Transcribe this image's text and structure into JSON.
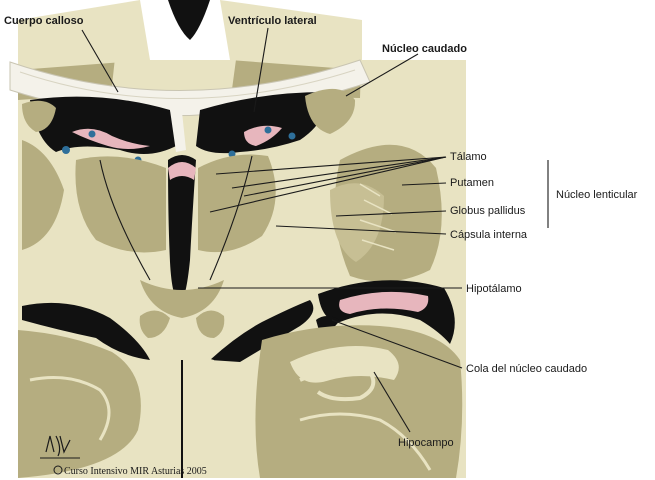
{
  "labels": {
    "cuerpo_calloso": "Cuerpo calloso",
    "ventriculo_lateral": "Ventrículo lateral",
    "nucleo_caudado": "Núcleo caudado",
    "talamo": "Tálamo",
    "putamen": "Putamen",
    "globus_pallidus": "Globus pallidus",
    "nucleo_lenticular": "Núcleo lenticular",
    "capsula_interna": "Cápsula interna",
    "hipotalamo": "Hipotálamo",
    "cola_nucleo_caudado": "Cola del núcleo caudado",
    "hipocampo": "Hipocampo"
  },
  "credit": "Curso Intensivo MIR Asturias 2005",
  "colors": {
    "gray_matter": "#b5ad80",
    "white_matter": "#e8e3c2",
    "ventricle": "#111111",
    "choroid_plexus": "#e7b6bd",
    "vessel": "#2e6f9a"
  }
}
